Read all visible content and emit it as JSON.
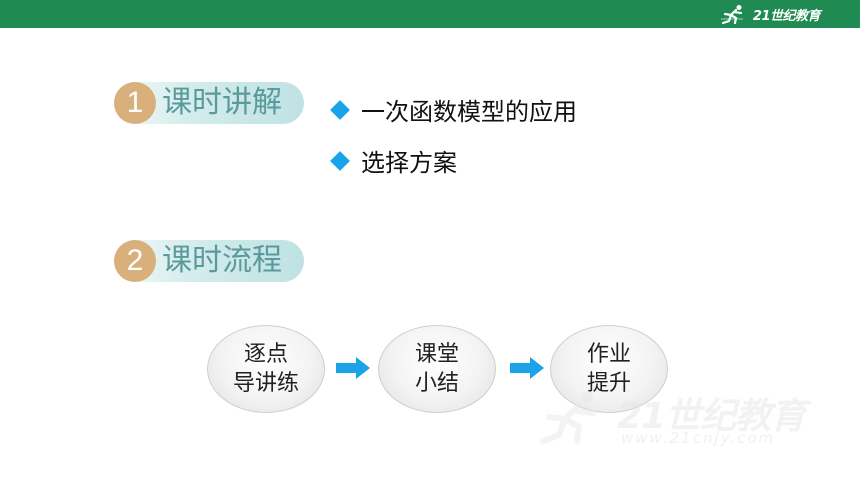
{
  "header": {
    "brand_text": "21世纪教育",
    "brand_color": "#1f8a52"
  },
  "sections": [
    {
      "number": "1",
      "title": "课时讲解"
    },
    {
      "number": "2",
      "title": "课时流程"
    }
  ],
  "lecture_points": [
    {
      "icon": "diamond-bullet-icon",
      "text": "一次函数模型的应用"
    },
    {
      "icon": "diamond-bullet-icon",
      "text": "选择方案"
    }
  ],
  "flow_steps": [
    {
      "label": "逐点\n导讲练"
    },
    {
      "label": "课堂\n小结"
    },
    {
      "label": "作业\n提升"
    }
  ],
  "watermark": {
    "line1": "21世纪教育",
    "line2": "www.21cnjy.com"
  },
  "colors": {
    "accent_blue": "#1aa3e8",
    "circle_tan": "#d9b07c",
    "pill_teal": "#bfe2e3",
    "title_teal": "#5b9a9c"
  }
}
